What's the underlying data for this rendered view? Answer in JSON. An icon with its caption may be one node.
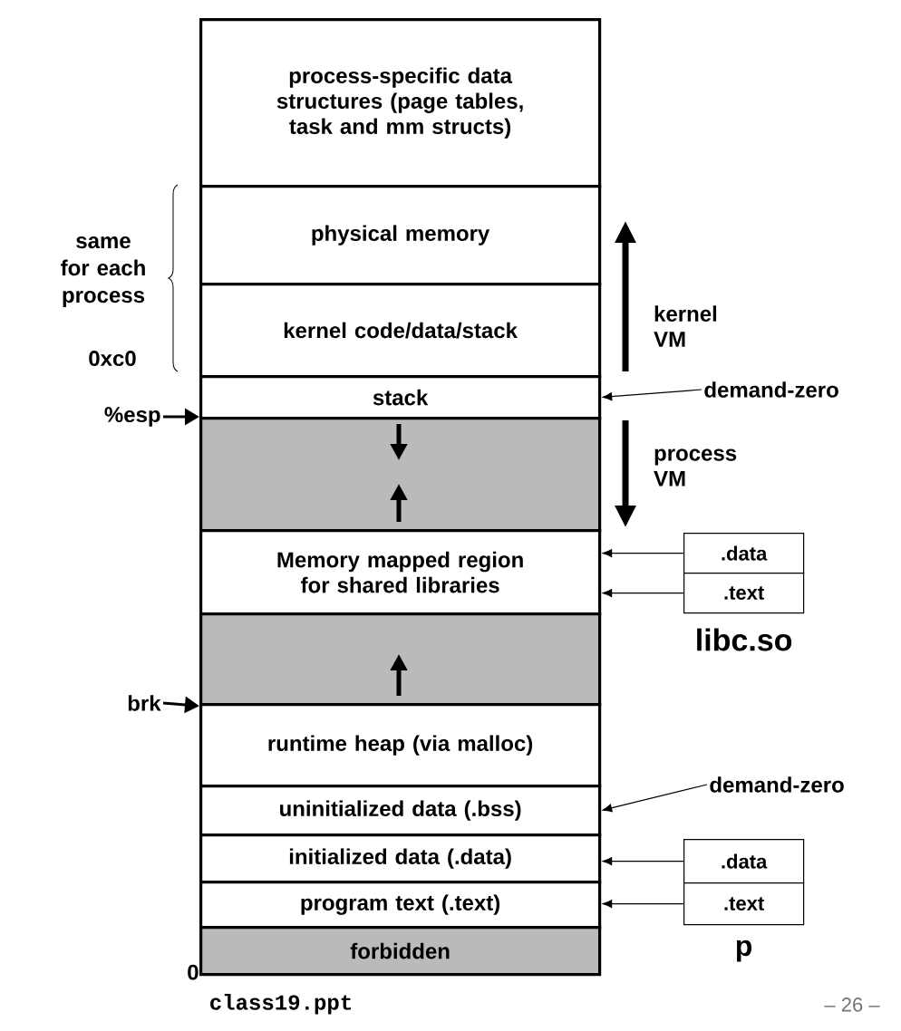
{
  "diagram": {
    "nodes": [
      {
        "text": [
          "process-specific data structures (page tables, task and mm structs)"
        ]
      },
      {
        "text": [
          "physical memory"
        ]
      },
      {
        "text": [
          "kernel code/data/stack"
        ]
      },
      {
        "text": [
          "stack"
        ]
      },
      {
        "text": [],
        "shape": "box"
      },
      {
        "text": [
          "Memory mapped region for shared libraries"
        ]
      },
      {
        "text": [],
        "shape": "box"
      },
      {
        "text": [
          "runtime heap (via malloc)"
        ]
      },
      {
        "text": [
          "uninitialized data (.bss)"
        ]
      },
      {
        "text": [
          "initialized data (.data)"
        ]
      },
      {
        "text": [
          "program text (.text)"
        ]
      },
      {
        "text": [
          "forbidden"
        ]
      },
      {
        "text": [
          "%esp"
        ]
      },
      {
        "text": [
          "demand-zero"
        ]
      },
      {
        "text": [
          ".data"
        ]
      },
      {
        "text": [
          ".text"
        ],
        "beside": [
          "libc.so"
        ]
      },
      {
        "text": [
          "brk"
        ]
      },
      {
        "text": [
          "demand-zero"
        ]
      },
      {
        "text": [
          ".data"
        ]
      },
      {
        "text": [
          ".text"
        ],
        "beside": [
          "p"
        ]
      }
    ],
    "edges": [
      {
        "from": 12,
        "to": 4,
        "arrow": "to"
      },
      {
        "from": 13,
        "to": 3,
        "arrow": "to"
      },
      {
        "from": 14,
        "to": 5,
        "arrow": "to"
      },
      {
        "from": 15,
        "to": 5,
        "arrow": "to"
      },
      {
        "from": 16,
        "to": 6,
        "arrow": "to"
      },
      {
        "from": 17,
        "to": 8,
        "arrow": "to"
      },
      {
        "from": 18,
        "to": 9,
        "arrow": "to"
      },
      {
        "from": 19,
        "to": 10,
        "arrow": "to"
      }
    ],
    "labels": [
      "same for each process",
      "0xc0",
      "kernel VM",
      "process VM",
      "0",
      "class19.ppt",
      "– 26 –"
    ]
  }
}
